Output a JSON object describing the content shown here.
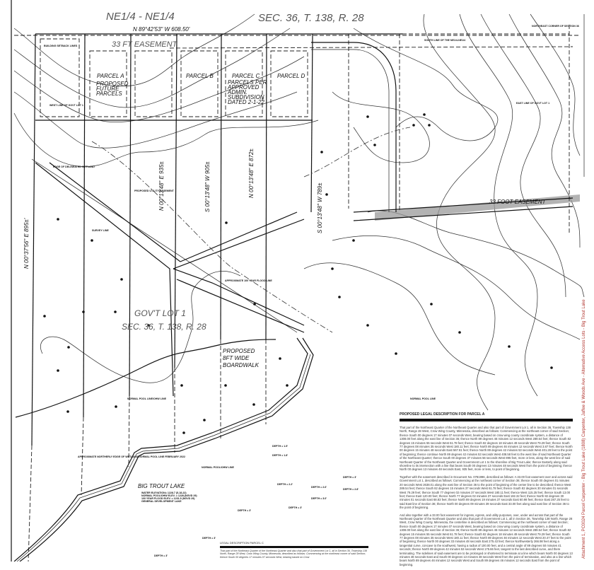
{
  "map": {
    "header_left": "NE1/4 - NE1/4",
    "header_right": "SEC. 36, T. 138, R. 28",
    "north_bearing": "N 89°42'53\" W   608.50'",
    "easement_label": "33 FT EASEMENT",
    "parcels": [
      "PARCEL A",
      "PARCEL B",
      "PARCEL C",
      "PARCEL D"
    ],
    "parcel_note_a": [
      "PROPOSED",
      "FUTURE",
      "PARCELS"
    ],
    "parcel_note_c": [
      "PARCELS PER",
      "APPROVED",
      "ADMIN.",
      "SUBDIVISION",
      "DATED 2-1-22"
    ],
    "bearings": {
      "west": "N 00°37'56\" E   895±'",
      "line1": "N 00°13'48\" E  935±",
      "line2": "S 00°13'48\" W  905±",
      "line3": "N 00°13'48\" E  872±",
      "line4": "S 00°13'48\" W  789±"
    },
    "govt_lot": [
      "GOV'T LOT 1",
      "SEC. 36, T. 138, R. 28"
    ],
    "boardwalk": [
      "PROPOSED",
      "8FT WIDE",
      "BOARDWALK"
    ],
    "easement_33_foot": "33 FOOT EASEMENT",
    "lake_name": "BIG TROUT LAKE",
    "lake_notes": [
      "WATER ELEVATION= 1228.7 (5-18-22)",
      "NORMAL POOL/OHW ELEV. = 1228.(NGVD 29)",
      "100 YEAR FLOOD ELEV. = 1231.5 (NGVD 29)",
      "GENERAL DEVELOPMENT LAKE"
    ],
    "small_labels": {
      "survey_line": "SURVEY LINE",
      "normal_pool_1": "NORMAL POOL LINE/OHW LINE",
      "normal_pool_2": "NORMAL POOL/OHW LINE",
      "normal_pool_3": "NORMAL POOL LINE",
      "wetland_edge": "APPROXIMATE NORTHERLY EDGE OF WETLAND/NORMAL POOL LINE FEBRUARY 2022",
      "flood_line": "APPROXIMATE 100 YEAR FLOOD LINE",
      "proposed_easement": "PROPOSED UTILITY EASEMENT",
      "delineated_wetland": "EDGE OF DELINEATED WETLAND",
      "south_line": "SOUTH LINE OF THE NE1/4-NE1/4",
      "east_line": "EAST LINE OF GOVT LOT 1",
      "west_line": "WEST LINE OF GOVT LOT 1",
      "ne_corner": "NORTHEAST CORNER OF SECTION 36",
      "building_setback": "BUILDING SETBACK LINES"
    },
    "depths": [
      "DEPTH = 1.5'",
      "DEPTH = 1.8'",
      "DEPTH = 2.2'",
      "DEPTH = 3'",
      "DEPTH = 2.6'",
      "DEPTH = 2.8'",
      "DEPTH = 3.0'",
      "DEPTH = 3'",
      "DEPTH = 3'",
      "DEPTH = 3'",
      "DEPTH = 3'"
    ]
  },
  "legal_a": {
    "heading": "PROPOSED LEGAL DESCRIPTION FOR PARCEL A",
    "paragraphs": [
      "That part of the Northeast Quarter of the Northeast Quarter and also that part of Government Lot 1, all in Section 36, Township 138 North, Range 28 West, Crow Wing County, Minnesota, described as follows: Commencing at the northeast corner of said Section; thence South 00 degrees 17 minutes 07 seconds West, bearing based on crow wing county coordinate system, a distance of 1308.00 feet along the east line of Section 36; thence North 89 degrees 46 minutes 12 seconds West 289.54 feet; thence South 82 degrees 15 minutes 55 seconds West 61.78 feet; thence South 82 degrees 18 minutes 49 seconds West 79.29 feet; thence South 77 degrees 08 minutes 35 seconds West 180.11 feet; thence North 89 degrees 46 minutes 12 seconds West 3.87 feet; thence North 00 degrees 15 minutes 48 seconds East 567.81 feet; thence North 89 degrees 42 minutes 53 seconds West 401.28 feet to the point of beginning; thence continue North 89 degrees 42 minutes 53 seconds West 408.58 feet to the west line of said Northeast Quarter of the Northeast Quarter; thence South 00 degrees 37 minutes 56 seconds West 895 feet, more or less, along the west line of said Northeast Quarter of the Northeast Quarter and Government Lot 1 to the shoreline of Big Trout Lake; thence Easterly along said shoreline to its intersection with a line that bears South 00 degrees 13 minutes 48 seconds West from the point of beginning; thence North 00 degrees 13 minutes 48 seconds East, 935 feet, more or less, to point of beginning.",
      "Together with the easement described in Document No. 0781996, described as follows: A 33.00 foot easement over and across said Government Lot 1, described as follows: Commencing at the northeast corner of Section 36; thence South 00 degrees 01 minutes 20 seconds West 2638.01 along the east line of Section 36 to the point of beginning of the center line to be described; thence West 289.54 feet; thence South 82 degrees 15 minutes 37 seconds West 61.78 feet; thence South 82 degrees 30 minutes 01 seconds West 79.29 feet; thence South 77 degrees 02 minutes 37 seconds West 180.11 feet; thence West 115.25 feet; thence South 13.00 feet; thence East 120.00 feet; thence North 77 degrees 02 minutes 37 seconds East 182.32 feet; thence North 82 degrees 30 minutes 01 seconds East 68.83 feet; thence North 89 degrees 19 minutes 37 seconds East 60.98 feet; thence East 287.25 feet to said East line of Section 36; thence North 00 degrees 09 minutes 39 seconds East 33.00 feet along said east line of Section 36 to the point of beginning.",
      "And also together with a 33.00 foot easement for ingress, egress, and utility purposes, over, under and across that part of the Northeast Quarter of the Northeast Quarter and also that part of Government Lot 1, all in Section 36, Township 138 North, Range 28 West, Crow Wing County, Minnesota, the centerline is described as follows: Commencing at the northeast corner of said Section; thence South 00 degrees 17 minutes 07 seconds West, bearing based on crow wing county coordinate system, a distance of 1308.00 feet along the east line of Section 36; thence North 89 degrees 46 minutes 12 seconds West 289.54 feet; thence South 82 degrees 15 minutes 55 seconds West 61.78 feet; thence South 82 degrees 18 minutes 49 seconds West 79.29 feet; thence South 77 degrees 08 minutes 35 seconds West 180.11 feet; thence North 89 degrees 46 minutes 12 seconds West 20.47 feet to the point of beginning; thence North 00 degrees 33 minutes 48 seconds East 275.43 feet; thence Northwesterly 266.98 feet along a tangential curve, concave to the southwest, having a radius of 100.00 feet, and a central angle of 89 degrees 50 minutes 41 seconds; thence North 89 degrees 42 minutes 53 seconds West 175.66 feet, tangent to the last described curve, and there terminating. The sidelines of said easement are to be prolonged or shortened to terminate at a line which bears North 00 degrees 13 minutes 48 seconds East and South 00 degrees 13 minutes 48 seconds West from the point of termination, and also at a line which bears North 89 degrees 46 minutes 12 seconds West and South 89 degrees 46 minutes 12 seconds East from the point of beginning."
    ]
  },
  "legal_c": {
    "heading": "LEGAL DESCRIPTION PARCEL C",
    "paragraph": "That part of the Northeast Quarter of the Northeast Quarter and also that part of Government Lot 1, all in Section 36, Township 138 North, Range 28 West, Crow Wing County, Minnesota, described as follows: Commencing at the northeast corner of said Section; thence South 00 degrees 17 minutes 07 seconds West, bearing based on Crow"
  },
  "sidebar_caption": "Attachment 1, PC0024 Parcel Carpenter - Big Trout Lake (1808) Carpenter, Jaffee & Woods Ave - Alternative Access Lots - Big Trout Lake",
  "colors": {
    "linework": "#111111",
    "easement_hatch": "#9a9a9a",
    "caption": "#b0302a"
  }
}
